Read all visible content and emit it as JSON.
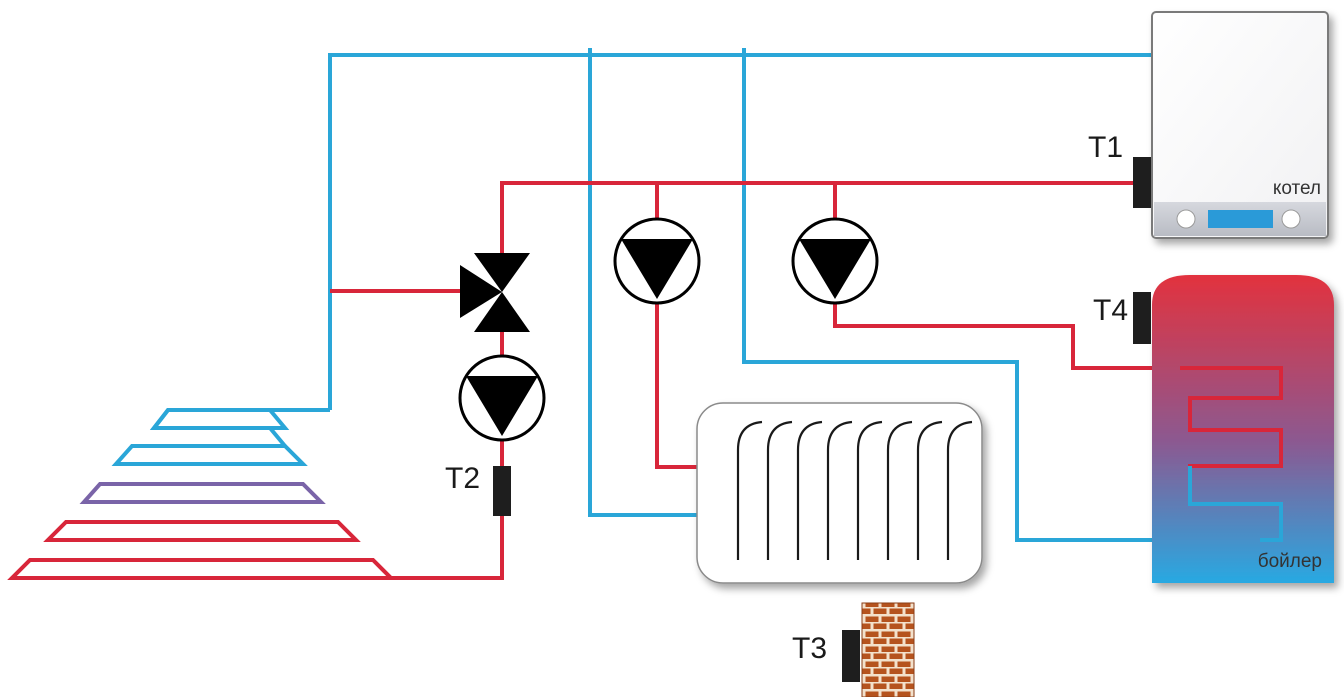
{
  "colors": {
    "supply": "#d8263a",
    "return": "#2aa6d8",
    "mixed": "#7a64a8",
    "sensor": "#1e1e1e",
    "pump_fill": "#000000",
    "brick": "#b5531e",
    "mortar": "#f3e1cc",
    "tank_top": "#e2323e",
    "tank_bottom": "#28a9e2",
    "boiler_display": "#2a9ad8"
  },
  "devices": {
    "boiler_label": "котел",
    "tank_label": "бойлер"
  },
  "sensors": {
    "t1": "T1",
    "t2": "T2",
    "t3": "T3",
    "t4": "T4"
  },
  "icons": {
    "pump": "circulation-pump-icon",
    "valve": "three-way-mixing-valve-icon",
    "sensor": "temperature-sensor-icon",
    "radiator": "radiator-icon",
    "wall": "brick-wall-icon",
    "floor": "underfloor-heating-loop-icon"
  }
}
